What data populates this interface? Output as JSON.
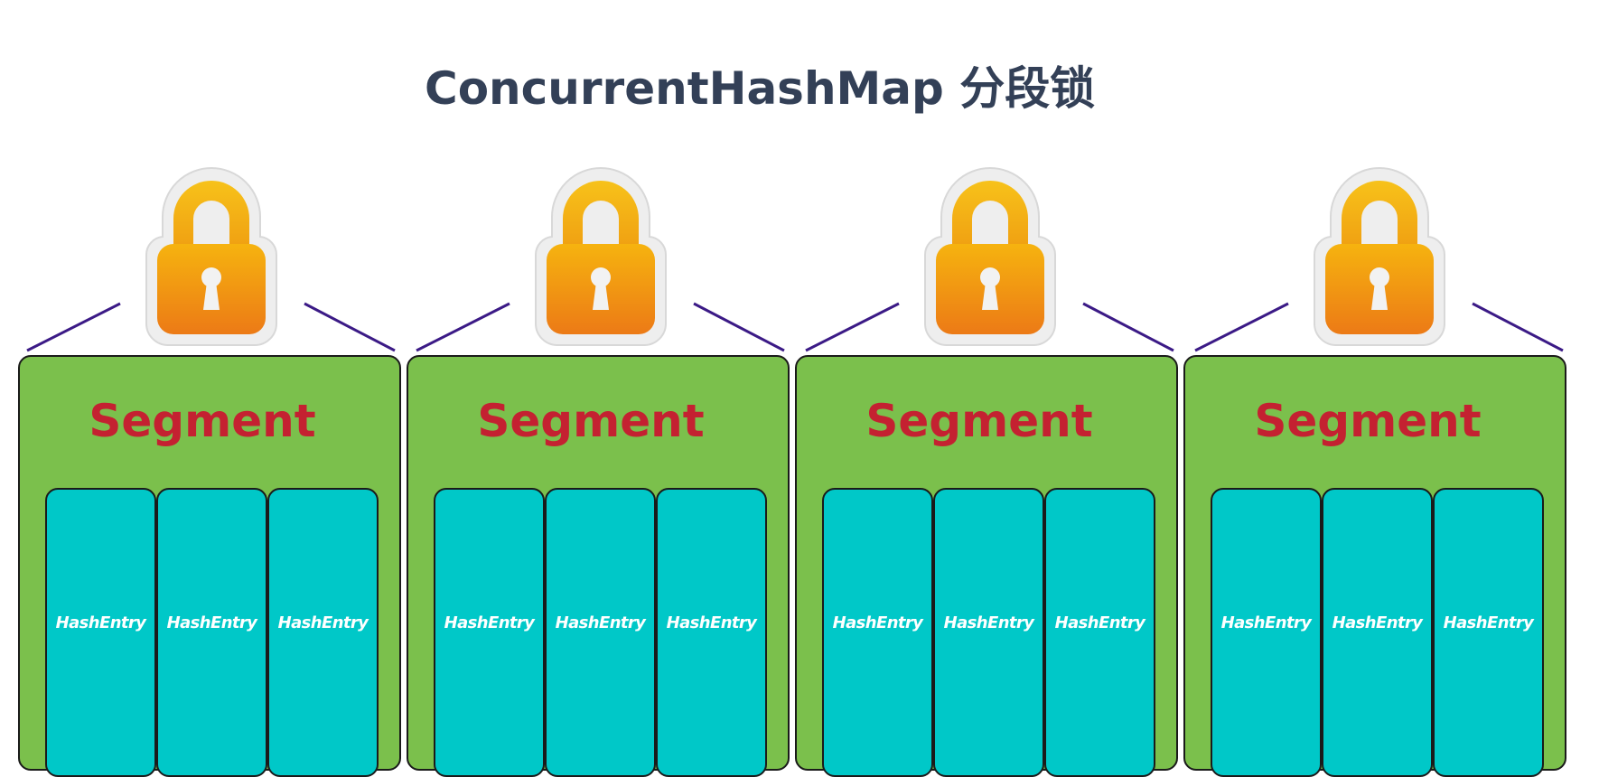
{
  "title": "ConcurrentHashMap 分段锁",
  "colors": {
    "title": "#334057",
    "segment_fill": "#7bc04c",
    "segment_label": "#c42131",
    "entry_fill": "#00c8c8",
    "entry_label": "#ffffff",
    "connector_line": "#3b1a86",
    "lock_body_top": "#f6b30f",
    "lock_body_bottom": "#ec7a16",
    "lock_shackle": "#f4b414"
  },
  "segments": [
    {
      "label": "Segment",
      "lock_icon": "padlock-icon",
      "entries": [
        "HashEntry",
        "HashEntry",
        "HashEntry"
      ]
    },
    {
      "label": "Segment",
      "lock_icon": "padlock-icon",
      "entries": [
        "HashEntry",
        "HashEntry",
        "HashEntry"
      ]
    },
    {
      "label": "Segment",
      "lock_icon": "padlock-icon",
      "entries": [
        "HashEntry",
        "HashEntry",
        "HashEntry"
      ]
    },
    {
      "label": "Segment",
      "lock_icon": "padlock-icon",
      "entries": [
        "HashEntry",
        "HashEntry",
        "HashEntry"
      ]
    }
  ]
}
